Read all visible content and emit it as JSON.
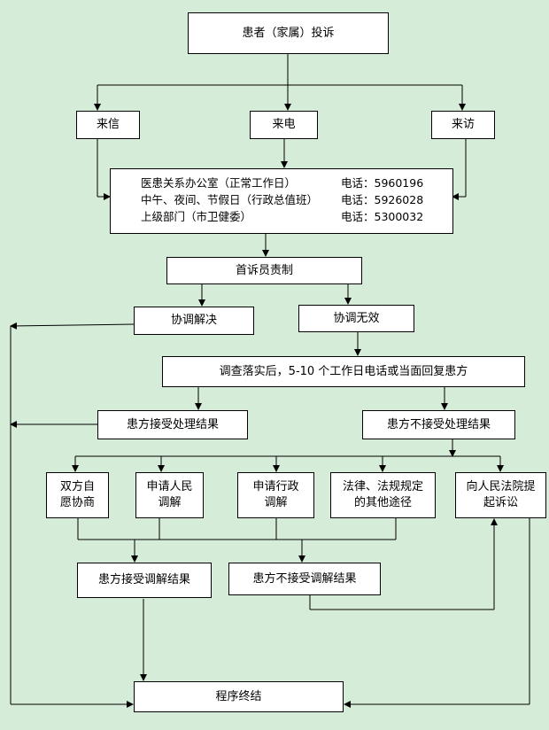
{
  "nodes": {
    "complaint": "患者（家属）投诉",
    "letter": "来信",
    "phone": "来电",
    "visit": "来访",
    "contacts": [
      {
        "name": "医患关系办公室（正常工作日）",
        "phone": "电话：5960196"
      },
      {
        "name": "中午、夜间、节假日（行政总值班）",
        "phone": "电话：5926028"
      },
      {
        "name": "上级部门（市卫健委）",
        "phone": "电话：5300032"
      }
    ],
    "first_responsibility": "首诉员责制",
    "coordinate_resolved": "协调解决",
    "coordinate_failed": "协调无效",
    "investigate": "调查落实后，5-10 个工作日电话或当面回复患方",
    "accept_result": "患方接受处理结果",
    "reject_result": "患方不接受处理结果",
    "mutual_negotiation": [
      "双方自",
      "愿协商"
    ],
    "civil_mediation": [
      "申请人民",
      "调解"
    ],
    "admin_mediation": [
      "申请行政",
      "调解"
    ],
    "legal_ways": [
      "法律、法规规定",
      "的其他途径"
    ],
    "lawsuit": [
      "向人民法院提",
      "起诉讼"
    ],
    "accept_mediation": "患方接受调解结果",
    "reject_mediation": "患方不接受调解结果",
    "end": "程序终结"
  }
}
